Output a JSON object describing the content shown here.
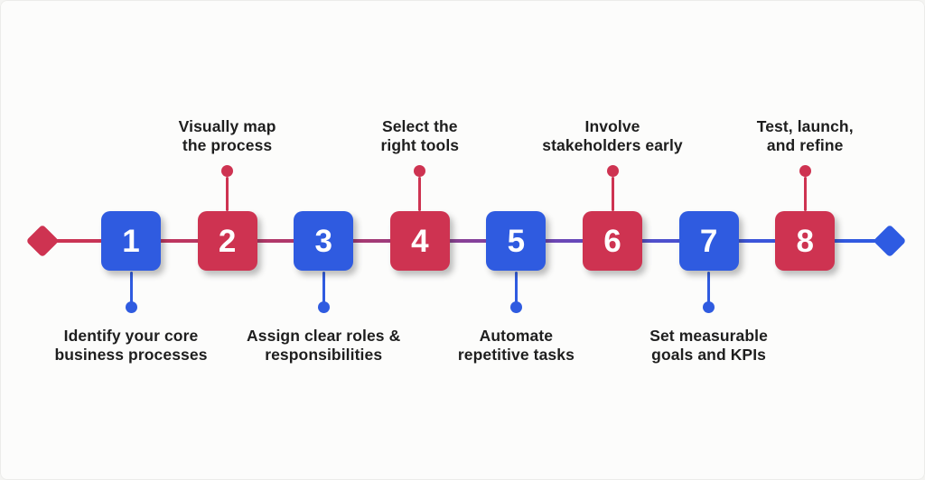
{
  "timeline": {
    "description": "8-step horizontal process timeline",
    "colors": {
      "red": "#ce3351",
      "blue": "#2f5be0",
      "text": "#1e1e1e",
      "background": "#fcfcfb",
      "line_gradient_start": "#ce3351",
      "line_gradient_end": "#2e5be2"
    },
    "endpoints": {
      "left_shape": "diamond",
      "left_color": "#ce3351",
      "right_shape": "diamond",
      "right_color": "#2e5be2"
    },
    "steps": [
      {
        "number": "1",
        "color": "#2f5be0",
        "color_name": "blue",
        "label": "Identify your core\nbusiness processes",
        "label_position": "below"
      },
      {
        "number": "2",
        "color": "#ce3351",
        "color_name": "red",
        "label": "Visually map\nthe process",
        "label_position": "above"
      },
      {
        "number": "3",
        "color": "#2f5be0",
        "color_name": "blue",
        "label": "Assign clear roles &\nresponsibilities",
        "label_position": "below"
      },
      {
        "number": "4",
        "color": "#ce3351",
        "color_name": "red",
        "label": "Select the\nright tools",
        "label_position": "above"
      },
      {
        "number": "5",
        "color": "#2f5be0",
        "color_name": "blue",
        "label": "Automate\nrepetitive tasks",
        "label_position": "below"
      },
      {
        "number": "6",
        "color": "#ce3351",
        "color_name": "red",
        "label": "Involve\nstakeholders early",
        "label_position": "above"
      },
      {
        "number": "7",
        "color": "#2f5be0",
        "color_name": "blue",
        "label": "Set measurable\ngoals and KPIs",
        "label_position": "below"
      },
      {
        "number": "8",
        "color": "#ce3351",
        "color_name": "red",
        "label": "Test, launch,\nand refine",
        "label_position": "above"
      }
    ]
  }
}
